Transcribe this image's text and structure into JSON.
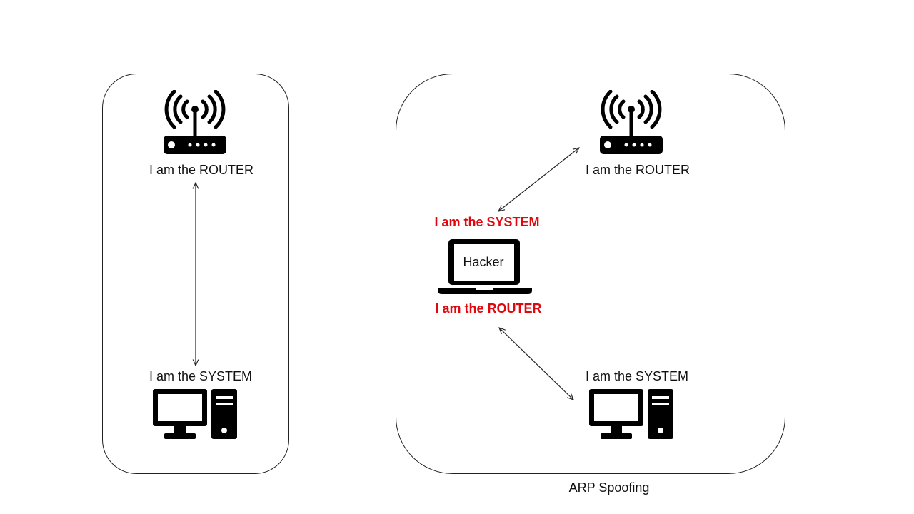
{
  "left_panel": {
    "router_label": "I am the ROUTER",
    "system_label": "I am the SYSTEM"
  },
  "right_panel": {
    "router_label": "I am the ROUTER",
    "system_label": "I am the SYSTEM",
    "hacker": {
      "screen_text": "Hacker",
      "claim_system": "I am the SYSTEM",
      "claim_router": "I am the ROUTER"
    },
    "caption": "ARP Spoofing"
  },
  "colors": {
    "spoof_claim": "#e0070d",
    "icon": "#000000",
    "line": "#222222"
  },
  "icons": {
    "router": "wifi-router-icon",
    "desktop": "desktop-computer-icon",
    "laptop": "laptop-icon"
  }
}
